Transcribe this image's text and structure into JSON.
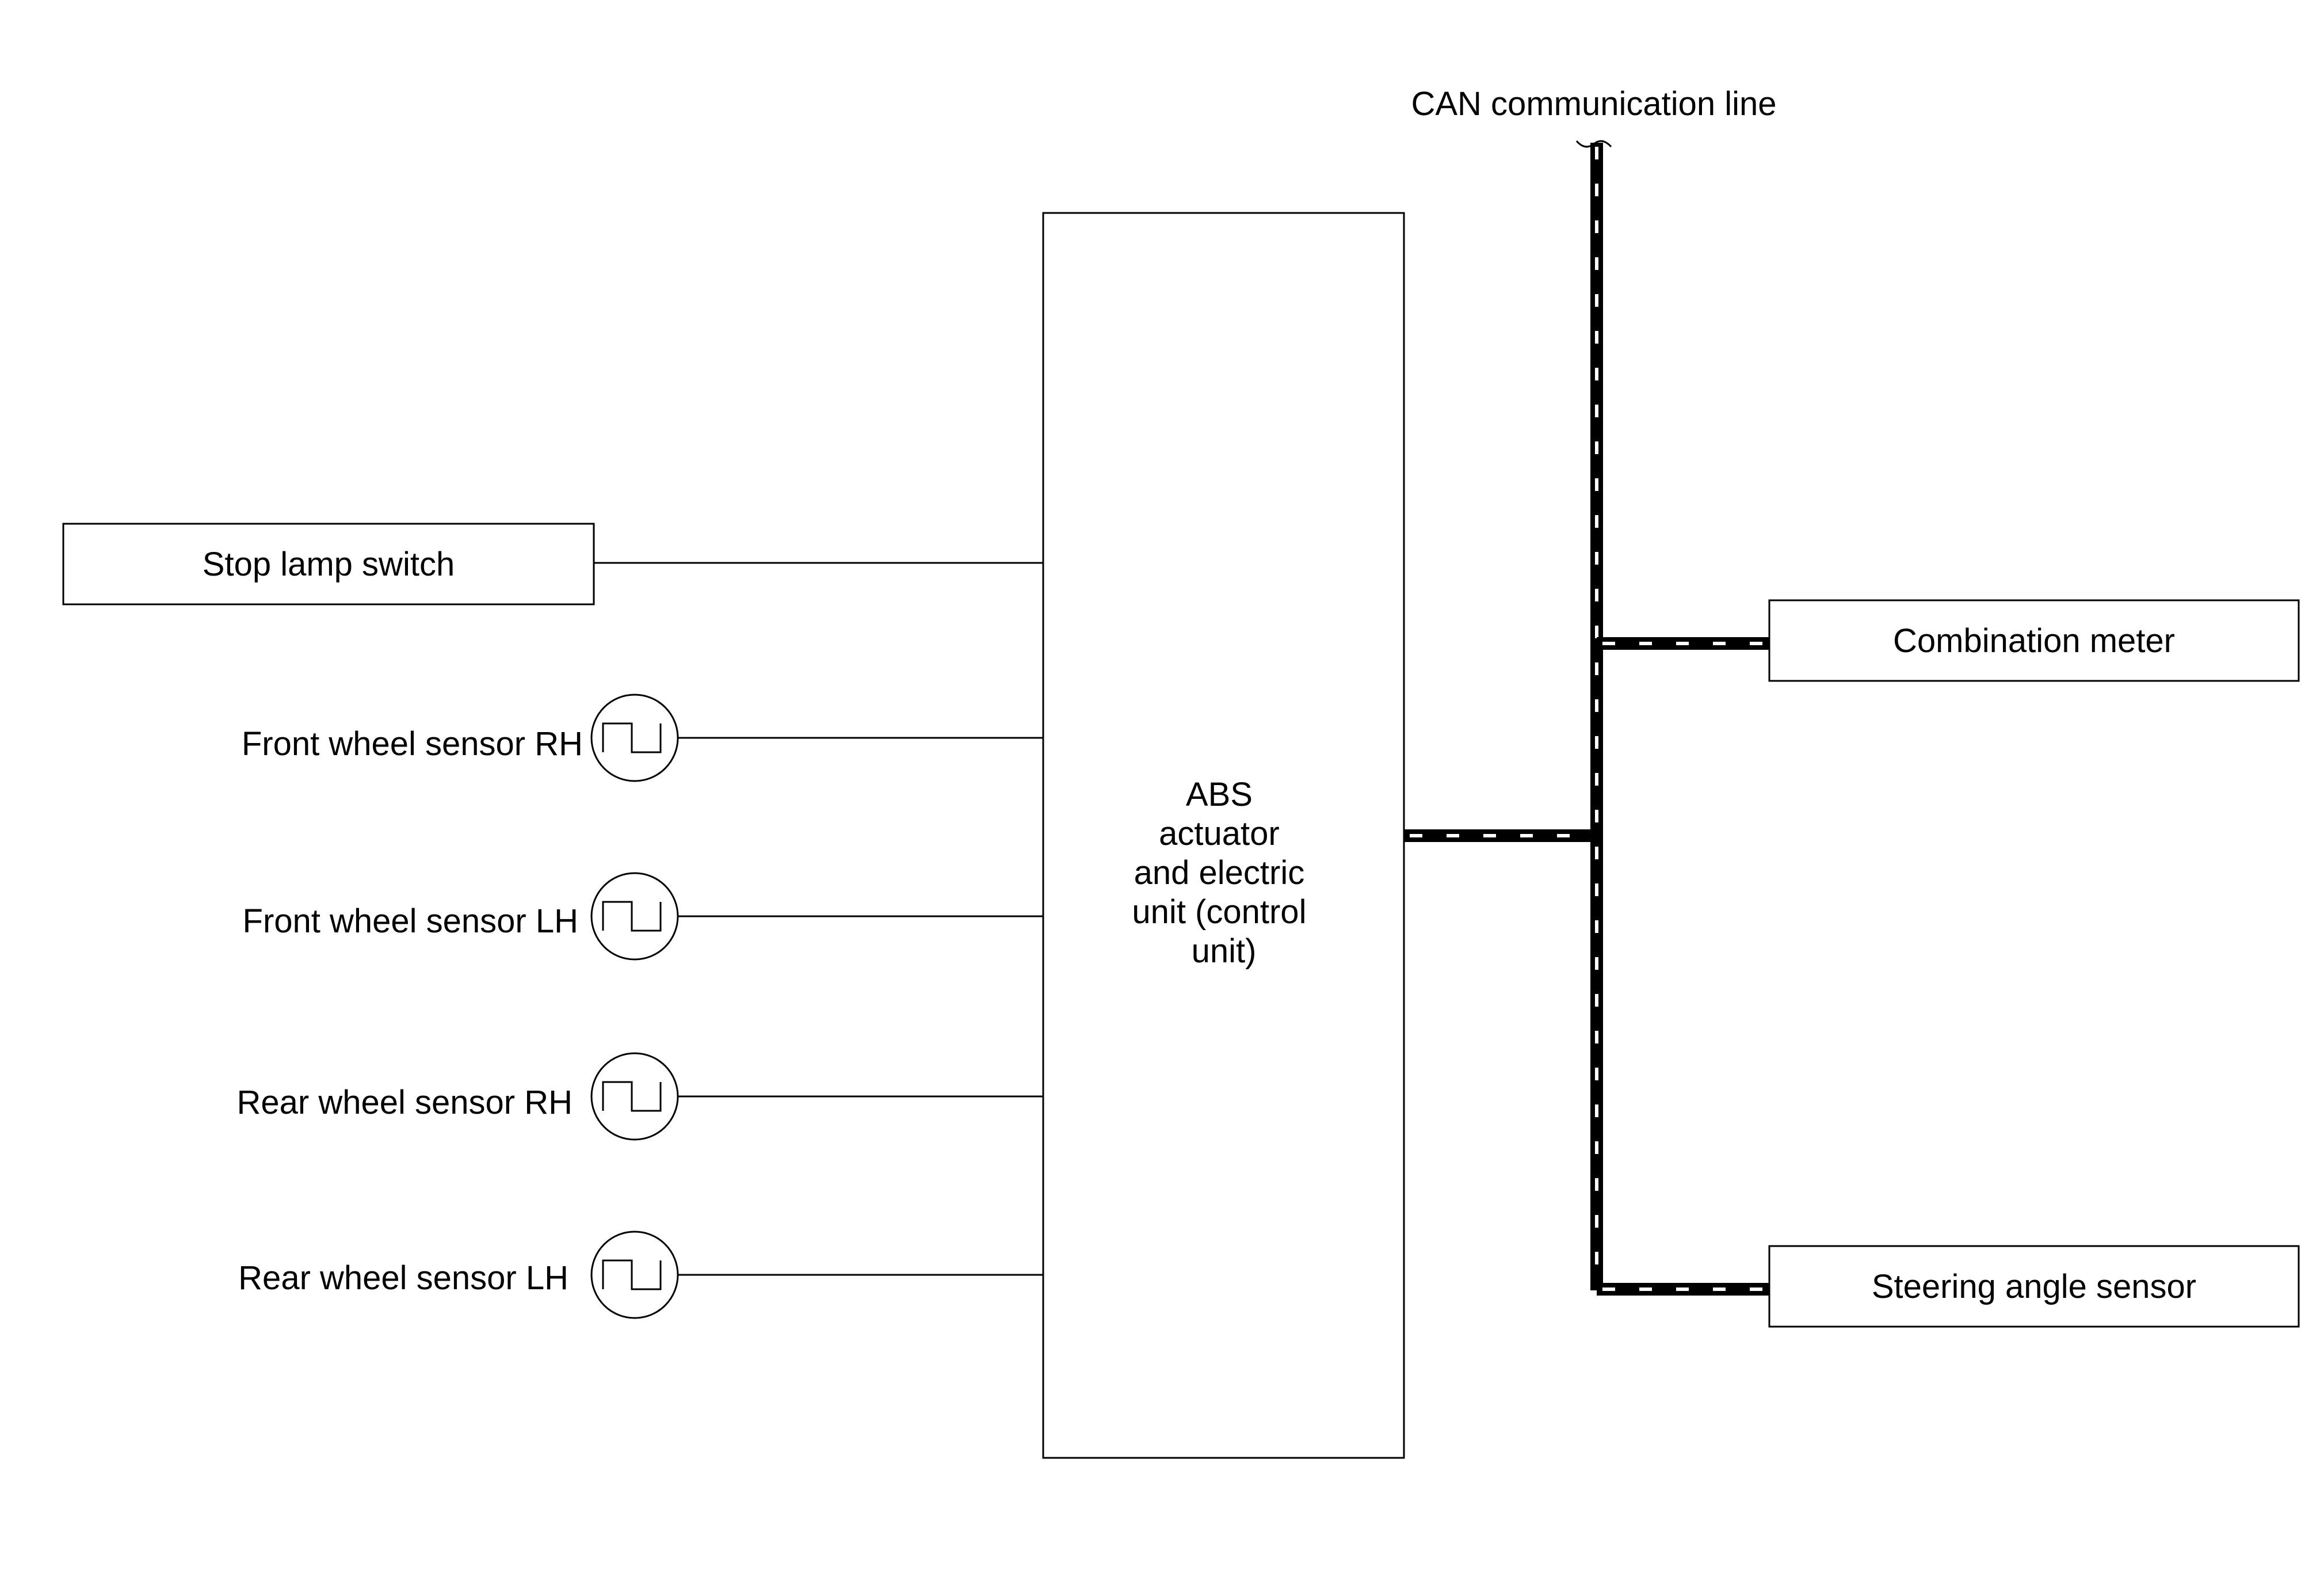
{
  "diagram": {
    "can_line_label": "CAN communication line",
    "control_unit": {
      "lines": [
        "ABS",
        "actuator",
        "and electric",
        "unit (control",
        "unit)"
      ]
    },
    "stop_lamp_switch": "Stop lamp switch",
    "sensors": [
      {
        "label": "Front wheel sensor RH"
      },
      {
        "label": "Front wheel sensor LH"
      },
      {
        "label": "Rear wheel sensor RH"
      },
      {
        "label": "Rear wheel sensor LH"
      }
    ],
    "combination_meter": "Combination meter",
    "steering_angle_sensor": "Steering angle sensor"
  }
}
